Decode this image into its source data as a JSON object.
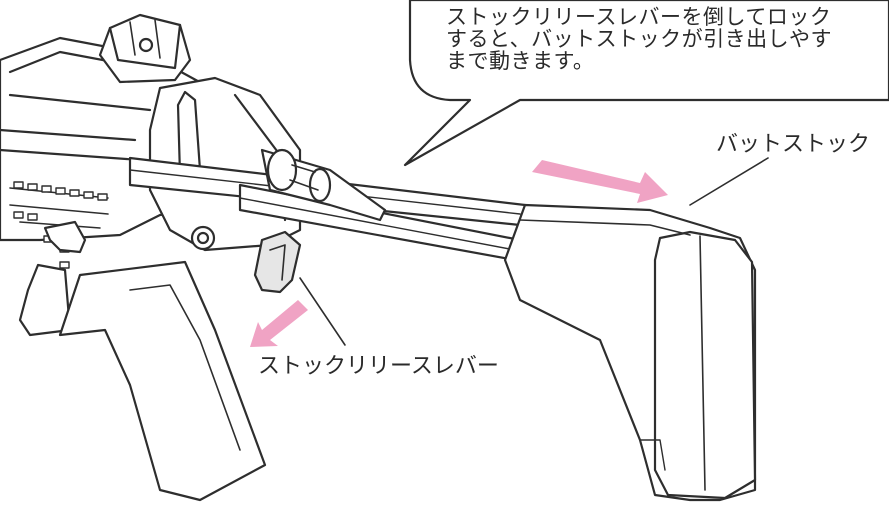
{
  "callout": {
    "lines": [
      "ストックリリースレバーを倒してロック",
      "すると、バットストックが引き出しやす",
      "まで動きます。"
    ]
  },
  "labels": {
    "buttstock": "バットストック",
    "release_lever": "ストックリリースレバー"
  },
  "colors": {
    "line": "#2e2e2e",
    "arrow": "#f0a3c4",
    "background": "#ffffff"
  }
}
